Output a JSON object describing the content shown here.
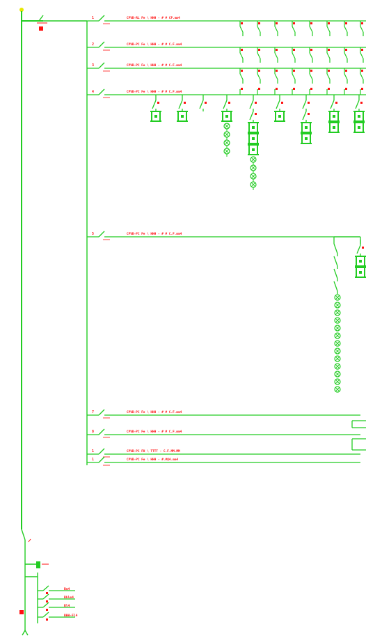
{
  "colors": {
    "background": "#ffffff",
    "wire": "#22cc22",
    "label": "#ff1111",
    "feed": "#e8e800"
  },
  "feed_label": "",
  "circuits": [
    {
      "num": "1",
      "cable": "CPVB-RL Fe \\ HHH - # # CP.mm4"
    },
    {
      "num": "2",
      "cable": "CPVB-PC Fe \\ HHH - # # C.F.mm4"
    },
    {
      "num": "3",
      "cable": "CPVB-PC Fe \\ HHH - # # C.F.mm4"
    },
    {
      "num": "4",
      "cable": "CPVB-PC Fe \\ HHH - # # C.F.mm4"
    },
    {
      "num": "5",
      "cable": "CPVB-PC Fe \\ HHH - # # C.F.mm4"
    },
    {
      "num": "7",
      "cable": "CPVB-PC Fe \\ HHH - # # C.F.mm4"
    },
    {
      "num": "8",
      "cable": "CPVB-PC Fe \\ HHH - # # C.F.mm4"
    },
    {
      "num": "1",
      "cable": "CPVB-PC FH \\ TTTT - C.F.MM.MM"
    },
    {
      "num": "1",
      "cable": "CPVB-PC Fe \\ HHH - #.#@4.mm4"
    }
  ],
  "bottom_feeders": [
    "Bm4",
    "Bhlm4",
    "Bl4",
    "BHH-Fl4"
  ]
}
